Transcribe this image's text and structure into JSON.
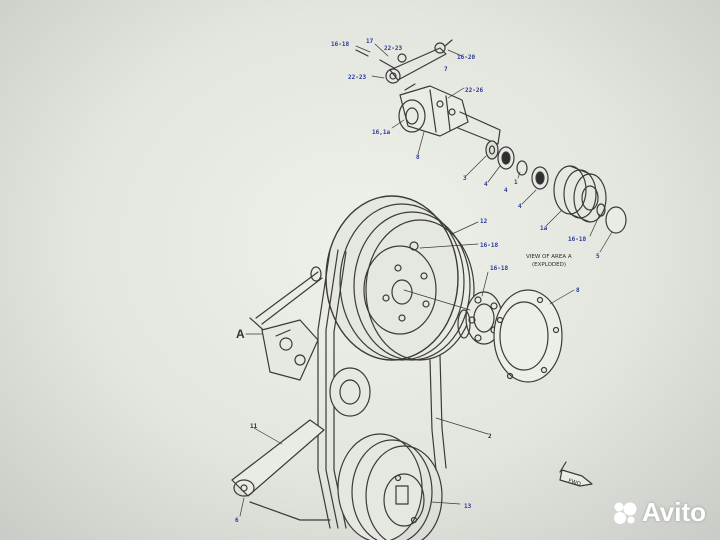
{
  "diagram": {
    "callouts": [
      {
        "id": "c1",
        "text": "16-18"
      },
      {
        "id": "c2",
        "text": "17"
      },
      {
        "id": "c3",
        "text": "22-23"
      },
      {
        "id": "c4",
        "text": "16-20"
      },
      {
        "id": "c5",
        "text": "22-23"
      },
      {
        "id": "c6",
        "text": "7"
      },
      {
        "id": "c7",
        "text": "22-26"
      },
      {
        "id": "c8",
        "text": "16,1a"
      },
      {
        "id": "c9",
        "text": "8"
      },
      {
        "id": "c10",
        "text": "3"
      },
      {
        "id": "c11",
        "text": "4"
      },
      {
        "id": "c12",
        "text": "1"
      },
      {
        "id": "c13",
        "text": "4"
      },
      {
        "id": "c14",
        "text": "4"
      },
      {
        "id": "c15",
        "text": "1a"
      },
      {
        "id": "c16",
        "text": "16-18"
      },
      {
        "id": "c17",
        "text": "5"
      },
      {
        "id": "c18",
        "text": "12"
      },
      {
        "id": "c19",
        "text": "16-18"
      },
      {
        "id": "c20",
        "text": "16-18"
      },
      {
        "id": "c21",
        "text": "8"
      },
      {
        "id": "c22",
        "text": "A"
      },
      {
        "id": "c23",
        "text": "11"
      },
      {
        "id": "c24",
        "text": "2"
      },
      {
        "id": "c25",
        "text": "6"
      },
      {
        "id": "c26",
        "text": "13"
      }
    ],
    "view_note": {
      "line1": "VIEW OF AREA A",
      "line2": "(EXPLODED)"
    },
    "front_arrow": "FWD"
  },
  "watermark": {
    "brand": "Avito"
  }
}
